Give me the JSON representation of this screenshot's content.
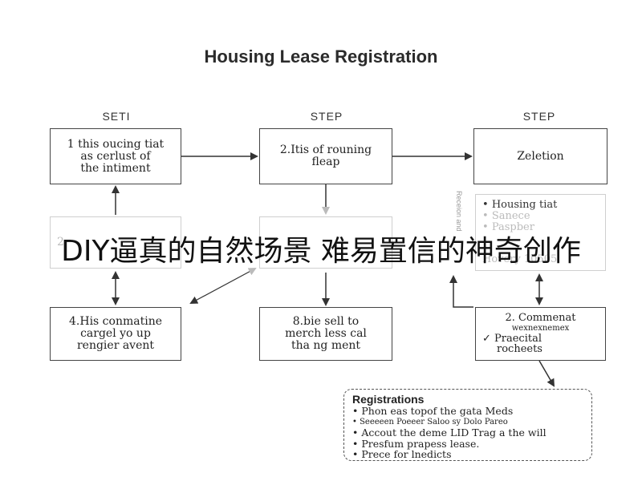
{
  "title": "Housing Lease Registration",
  "columns": [
    "SETI",
    "STEP",
    "STEP"
  ],
  "boxes": {
    "step1": [
      "1 this oucing tiat",
      "as cerlust of",
      "the intiment"
    ],
    "step2": [
      "2.Itis of rouning",
      "fleap"
    ],
    "step3": [
      "Zeletion"
    ],
    "step4": [
      "4.His conmatine",
      "cargel yo up",
      "rengier avent"
    ],
    "step5": [
      "8.bie sell to",
      "merch less cal",
      "tha ng ment"
    ],
    "mid_left": [
      "2"
    ],
    "right_list": [
      "Housing tiat",
      "Sanece",
      "Paspber",
      "Hovery 10505"
    ],
    "commercial": [
      "2. Commenat",
      "wexnexnemex"
    ],
    "commercial_check": [
      "Praecital",
      "rocheets"
    ]
  },
  "registrations": {
    "heading": "Registrations",
    "items": [
      "Phon eas topof the gata Meds",
      "Seeeeen Poeeer Saloo sy Dolo Pareo",
      "Accout the deme LID Trag a the will",
      "Presfum prapess lease.",
      "Prece for lnedicts"
    ]
  },
  "side_text": "Receion and",
  "overlay_text": "DIY逼真的自然场景 难易置信的神奇创作",
  "colors": {
    "line": "#444444",
    "faded": "#cfcfcf",
    "text": "#222222"
  }
}
